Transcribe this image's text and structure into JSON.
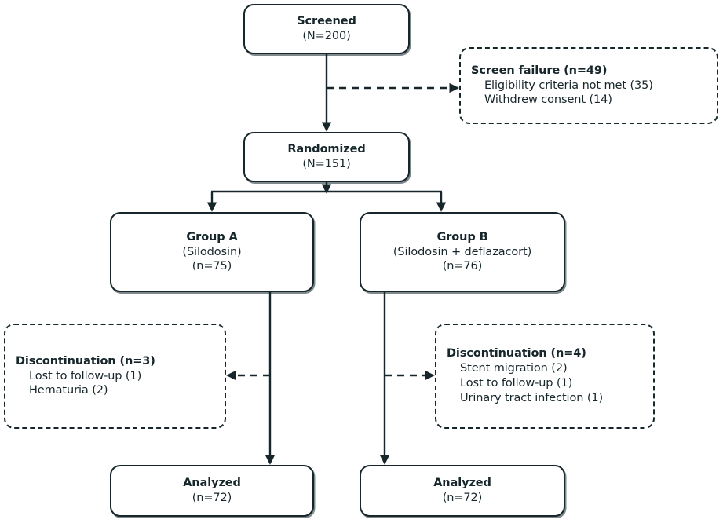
{
  "diagram": {
    "title": "CONSORT participant flow diagram",
    "accent_color": "#16262b",
    "background_color": "#ffffff"
  },
  "nodes": {
    "screened": {
      "name": "Screened",
      "style": "solid",
      "lines": [
        {
          "text": "Screened",
          "bold": true
        },
        {
          "text": "(N=200)",
          "bold": false
        }
      ]
    },
    "randomized": {
      "name": "Randomized",
      "style": "solid",
      "lines": [
        {
          "text": "Randomized",
          "bold": true
        },
        {
          "text": "(N=151)",
          "bold": false
        }
      ]
    },
    "group_a": {
      "name": "Group A",
      "style": "solid",
      "lines": [
        {
          "text": "Group A",
          "bold": true
        },
        {
          "text": "(Silodosin)",
          "bold": false
        },
        {
          "text": "(n=75)",
          "bold": false
        }
      ]
    },
    "group_b": {
      "name": "Group B",
      "style": "solid",
      "lines": [
        {
          "text": "Group B",
          "bold": true
        },
        {
          "text": "(Silodosin + deflazacort)",
          "bold": false
        },
        {
          "text": "(n=76)",
          "bold": false
        }
      ]
    },
    "analyzed_a": {
      "name": "Analyzed Group A",
      "style": "solid",
      "lines": [
        {
          "text": "Analyzed",
          "bold": true
        },
        {
          "text": "(n=72)",
          "bold": false
        }
      ]
    },
    "analyzed_b": {
      "name": "Analyzed Group B",
      "style": "solid",
      "lines": [
        {
          "text": "Analyzed",
          "bold": true
        },
        {
          "text": "(n=72)",
          "bold": false
        }
      ]
    },
    "screen_failure": {
      "name": "Screen failure",
      "style": "dashed",
      "header": "Screen failure (n=49)",
      "items": [
        "Eligibility criteria not met (35)",
        "Withdrew consent (14)"
      ]
    },
    "discontinuation_a": {
      "name": "Discontinuation Group A",
      "style": "dashed",
      "header": "Discontinuation (n=3)",
      "items": [
        "Lost to follow-up (1)",
        "Hematuria (2)"
      ]
    },
    "discontinuation_b": {
      "name": "Discontinuation Group B",
      "style": "dashed",
      "header": "Discontinuation (n=4)",
      "items": [
        "Stent migration (2)",
        "Lost to follow-up (1)",
        "Urinary tract infection (1)"
      ]
    }
  },
  "edges": [
    {
      "from": "screened",
      "to": "randomized",
      "style": "solid",
      "arrow": true
    },
    {
      "from": "screened-stem",
      "to": "screen_failure",
      "style": "dashed",
      "arrow": true
    },
    {
      "from": "randomized",
      "to": "group_a",
      "style": "solid",
      "arrow": true
    },
    {
      "from": "randomized",
      "to": "group_b",
      "style": "solid",
      "arrow": true
    },
    {
      "from": "group_a",
      "to": "analyzed_a",
      "style": "solid",
      "arrow": true
    },
    {
      "from": "group_b",
      "to": "analyzed_b",
      "style": "solid",
      "arrow": true
    },
    {
      "from": "group_a-stem",
      "to": "discontinuation_a",
      "style": "dashed",
      "arrow": true
    },
    {
      "from": "group_b-stem",
      "to": "discontinuation_b",
      "style": "dashed",
      "arrow": true
    }
  ]
}
